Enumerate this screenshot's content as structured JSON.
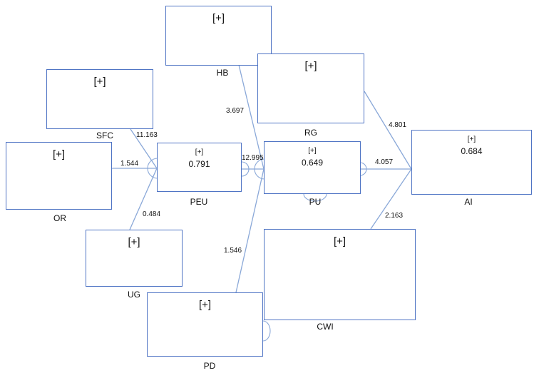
{
  "diagram": {
    "expand_marker": "[+]",
    "nodes": {
      "HB": {
        "label": "HB",
        "r2": ""
      },
      "RG": {
        "label": "RG",
        "r2": ""
      },
      "SFC": {
        "label": "SFC",
        "r2": ""
      },
      "OR": {
        "label": "OR",
        "r2": ""
      },
      "PEU": {
        "label": "PEU",
        "r2": "0.791"
      },
      "PU": {
        "label": "PU",
        "r2": "0.649"
      },
      "AI": {
        "label": "AI",
        "r2": "0.684"
      },
      "UG": {
        "label": "UG",
        "r2": ""
      },
      "CWI": {
        "label": "CWI",
        "r2": ""
      },
      "PD": {
        "label": "PD",
        "r2": ""
      }
    },
    "paths": [
      {
        "from": "SFC",
        "to": "PEU",
        "coefficient": "11.163"
      },
      {
        "from": "OR",
        "to": "PEU",
        "coefficient": "1.544"
      },
      {
        "from": "UG",
        "to": "PEU",
        "coefficient": "0.484"
      },
      {
        "from": "PEU",
        "to": "PU",
        "coefficient": "12.995"
      },
      {
        "from": "HB",
        "to": "PU",
        "coefficient": "3.697"
      },
      {
        "from": "PD",
        "to": "PU",
        "coefficient": "1.546"
      },
      {
        "from": "PU",
        "to": "AI",
        "coefficient": "4.057"
      },
      {
        "from": "RG",
        "to": "AI",
        "coefficient": "4.801"
      },
      {
        "from": "CWI",
        "to": "AI",
        "coefficient": "2.163"
      }
    ],
    "colors": {
      "box_border": "#4f74c4",
      "edge": "#8aa8d8"
    }
  }
}
